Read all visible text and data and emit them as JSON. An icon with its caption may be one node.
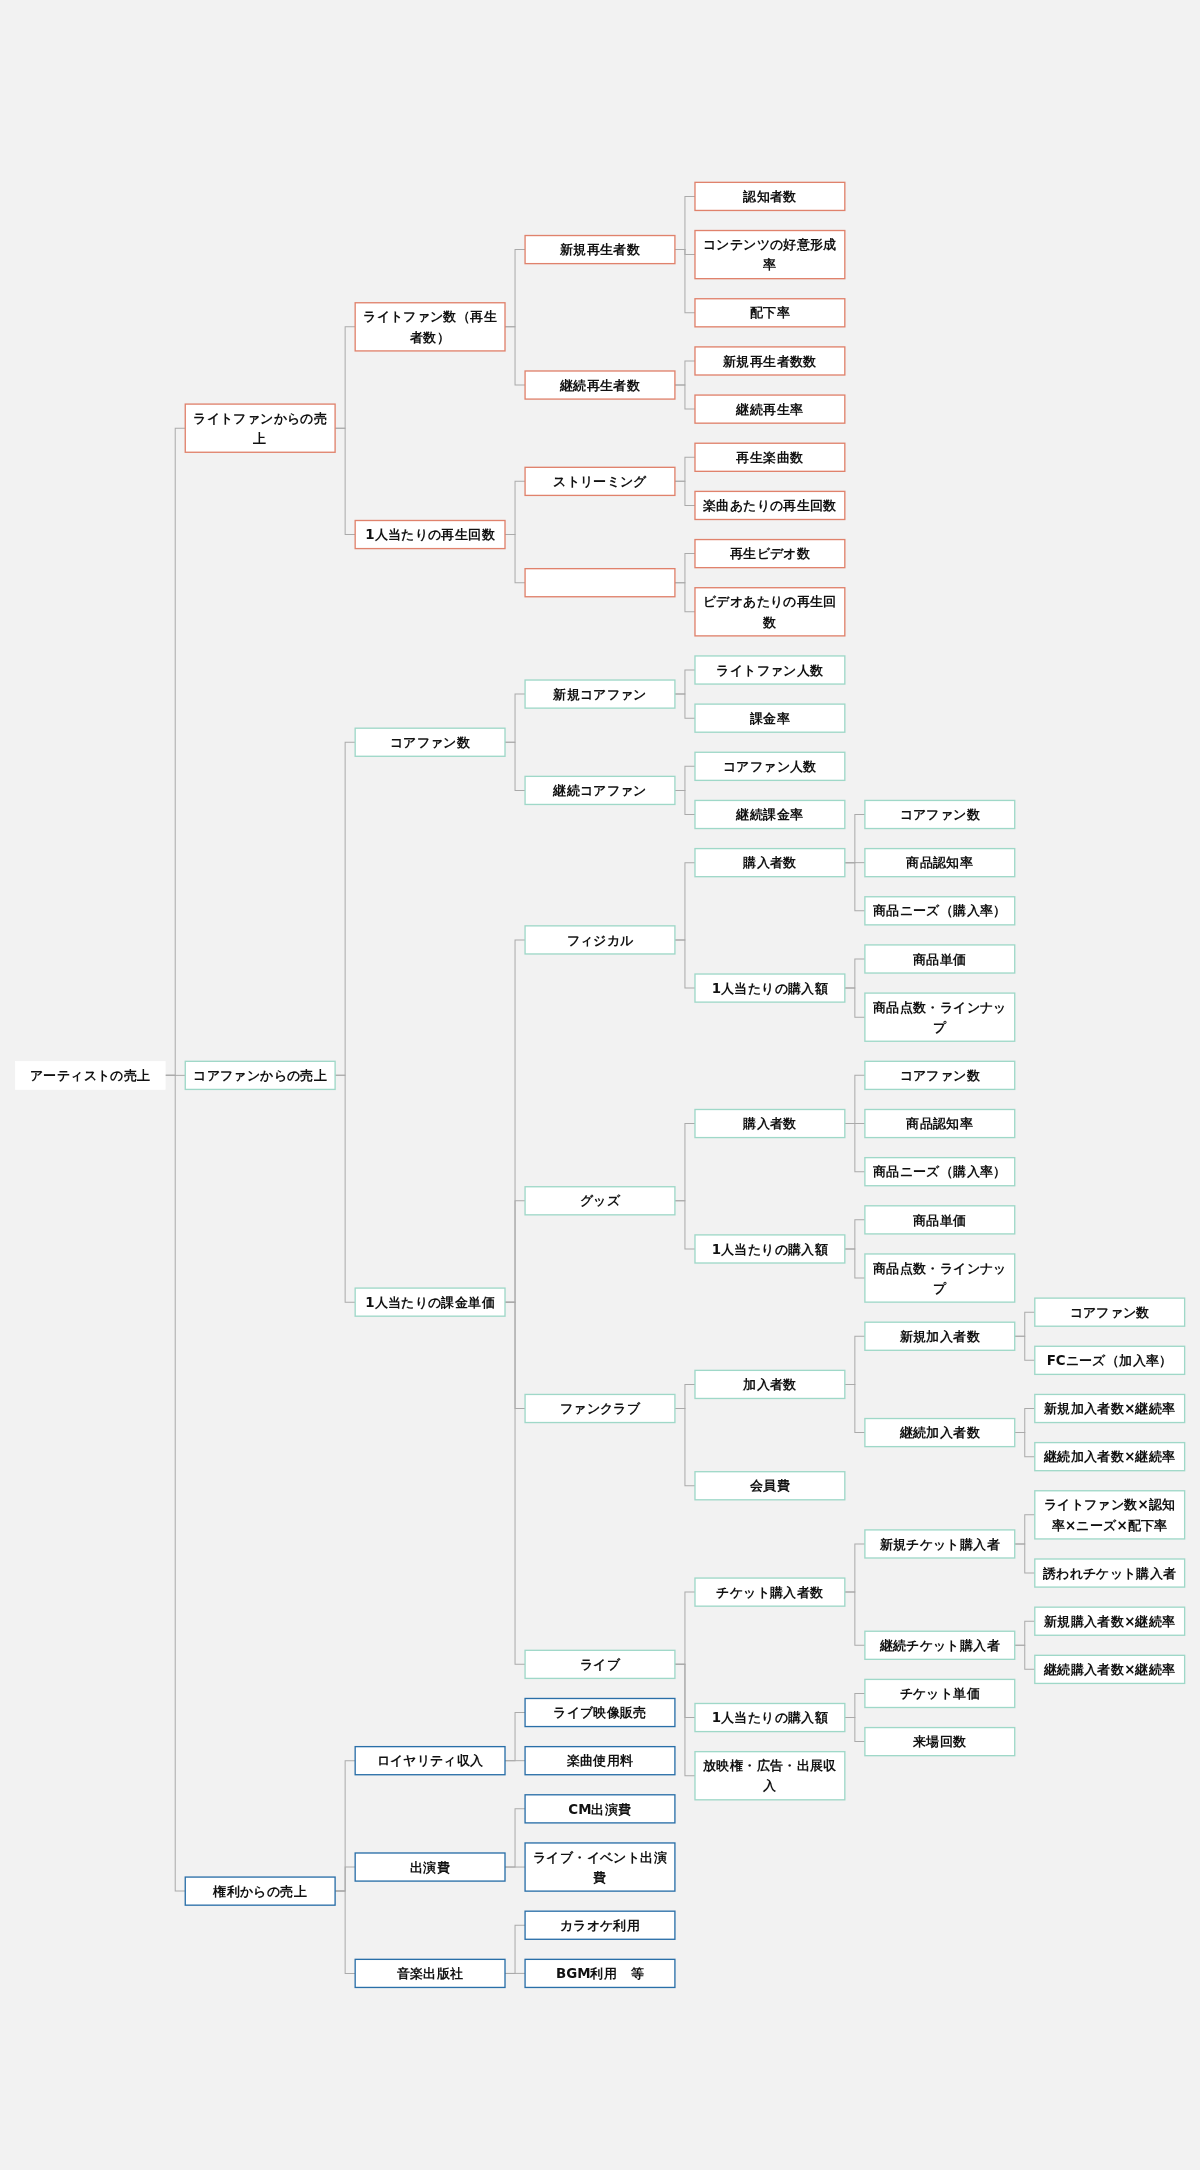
{
  "diagram": {
    "nodes": [
      {
        "text": [
          "アーティストの売上"
        ]
      },
      {
        "text": [
          "ライトファンからの売上"
        ]
      },
      {
        "text": [
          "ライトファン数（再生者数）"
        ]
      },
      {
        "text": [
          "新規再生者数"
        ]
      },
      {
        "text": [
          "認知者数"
        ]
      },
      {
        "text": [
          "コンテンツの好意形成率"
        ]
      },
      {
        "text": [
          "配下率"
        ]
      },
      {
        "text": [
          "継続再生者数"
        ]
      },
      {
        "text": [
          "新規再生者数数"
        ]
      },
      {
        "text": [
          "継続再生率"
        ]
      },
      {
        "text": [
          "1人当たりの再生回数"
        ]
      },
      {
        "text": [
          "ストリーミング"
        ]
      },
      {
        "text": [
          "再生楽曲数"
        ]
      },
      {
        "text": [
          "楽曲あたりの再生回数"
        ]
      },
      {
        "text": [],
        "shape": "box"
      },
      {
        "text": [
          "再生ビデオ数"
        ]
      },
      {
        "text": [
          "ビデオあたりの再生回数"
        ]
      },
      {
        "text": [
          "コアファンからの売上"
        ]
      },
      {
        "text": [
          "コアファン数"
        ]
      },
      {
        "text": [
          "新規コアファン"
        ]
      },
      {
        "text": [
          "ライトファン人数"
        ]
      },
      {
        "text": [
          "課金率"
        ]
      },
      {
        "text": [
          "継続コアファン"
        ]
      },
      {
        "text": [
          "コアファン人数"
        ]
      },
      {
        "text": [
          "継続課金率"
        ]
      },
      {
        "text": [
          "1人当たりの課金単価"
        ]
      },
      {
        "text": [
          "フィジカル"
        ]
      },
      {
        "text": [
          "購入者数"
        ]
      },
      {
        "text": [
          "コアファン数"
        ]
      },
      {
        "text": [
          "商品認知率"
        ]
      },
      {
        "text": [
          "商品ニーズ（購入率）"
        ]
      },
      {
        "text": [
          "1人当たりの購入額"
        ]
      },
      {
        "text": [
          "商品単価"
        ]
      },
      {
        "text": [
          "商品点数・ラインナップ"
        ]
      },
      {
        "text": [
          "グッズ"
        ]
      },
      {
        "text": [
          "購入者数"
        ]
      },
      {
        "text": [
          "コアファン数"
        ]
      },
      {
        "text": [
          "商品認知率"
        ]
      },
      {
        "text": [
          "商品ニーズ（購入率）"
        ]
      },
      {
        "text": [
          "1人当たりの購入額"
        ]
      },
      {
        "text": [
          "商品単価"
        ]
      },
      {
        "text": [
          "商品点数・ラインナップ"
        ]
      },
      {
        "text": [
          "ファンクラブ"
        ]
      },
      {
        "text": [
          "加入者数"
        ]
      },
      {
        "text": [
          "新規加入者数"
        ]
      },
      {
        "text": [
          "コアファン数"
        ]
      },
      {
        "text": [
          "FCニーズ（加入率）"
        ]
      },
      {
        "text": [
          "継続加入者数"
        ]
      },
      {
        "text": [
          "新規加入者数×継続率"
        ]
      },
      {
        "text": [
          "継続加入者数×継続率"
        ]
      },
      {
        "text": [
          "会員費"
        ]
      },
      {
        "text": [
          "ライブ"
        ]
      },
      {
        "text": [
          "チケット購入者数"
        ]
      },
      {
        "text": [
          "新規チケット購入者"
        ]
      },
      {
        "text": [
          "ライトファン数×認知率×ニーズ×配下率"
        ]
      },
      {
        "text": [
          "誘われチケット購入者"
        ]
      },
      {
        "text": [
          "継続チケット購入者"
        ]
      },
      {
        "text": [
          "新規購入者数×継続率"
        ]
      },
      {
        "text": [
          "継続購入者数×継続率"
        ]
      },
      {
        "text": [
          "1人当たりの購入額"
        ]
      },
      {
        "text": [
          "チケット単価"
        ]
      },
      {
        "text": [
          "来場回数"
        ]
      },
      {
        "text": [
          "放映権・広告・出展収入"
        ]
      },
      {
        "text": [
          "権利からの売上"
        ]
      },
      {
        "text": [
          "ロイヤリティ収入"
        ]
      },
      {
        "text": [
          "ライブ映像販売"
        ]
      },
      {
        "text": [
          "楽曲使用料"
        ]
      },
      {
        "text": [
          "出演費"
        ]
      },
      {
        "text": [
          "CM出演費"
        ]
      },
      {
        "text": [
          "ライブ・イベント出演費"
        ]
      },
      {
        "text": [
          "音楽出版社"
        ]
      },
      {
        "text": [
          "カラオケ利用"
        ]
      },
      {
        "text": [
          "BGM利用　等"
        ]
      }
    ],
    "edges": [
      {
        "from": 0,
        "to": 1,
        "arrow": "none"
      },
      {
        "from": 1,
        "to": 2,
        "arrow": "none"
      },
      {
        "from": 2,
        "to": 3,
        "arrow": "none"
      },
      {
        "from": 3,
        "to": 4,
        "arrow": "none"
      },
      {
        "from": 3,
        "to": 5,
        "arrow": "none"
      },
      {
        "from": 3,
        "to": 6,
        "arrow": "none"
      },
      {
        "from": 2,
        "to": 7,
        "arrow": "none"
      },
      {
        "from": 7,
        "to": 8,
        "arrow": "none"
      },
      {
        "from": 7,
        "to": 9,
        "arrow": "none"
      },
      {
        "from": 1,
        "to": 10,
        "arrow": "none"
      },
      {
        "from": 10,
        "to": 11,
        "arrow": "none"
      },
      {
        "from": 11,
        "to": 12,
        "arrow": "none"
      },
      {
        "from": 11,
        "to": 13,
        "arrow": "none"
      },
      {
        "from": 10,
        "to": 14,
        "arrow": "none"
      },
      {
        "from": 14,
        "to": 15,
        "arrow": "none"
      },
      {
        "from": 14,
        "to": 16,
        "arrow": "none"
      },
      {
        "from": 0,
        "to": 17,
        "arrow": "none"
      },
      {
        "from": 17,
        "to": 18,
        "arrow": "none"
      },
      {
        "from": 18,
        "to": 19,
        "arrow": "none"
      },
      {
        "from": 19,
        "to": 20,
        "arrow": "none"
      },
      {
        "from": 19,
        "to": 21,
        "arrow": "none"
      },
      {
        "from": 18,
        "to": 22,
        "arrow": "none"
      },
      {
        "from": 22,
        "to": 23,
        "arrow": "none"
      },
      {
        "from": 22,
        "to": 24,
        "arrow": "none"
      },
      {
        "from": 17,
        "to": 25,
        "arrow": "none"
      },
      {
        "from": 25,
        "to": 26,
        "arrow": "none"
      },
      {
        "from": 26,
        "to": 27,
        "arrow": "none"
      },
      {
        "from": 27,
        "to": 28,
        "arrow": "none"
      },
      {
        "from": 27,
        "to": 29,
        "arrow": "none"
      },
      {
        "from": 27,
        "to": 30,
        "arrow": "none"
      },
      {
        "from": 26,
        "to": 31,
        "arrow": "none"
      },
      {
        "from": 31,
        "to": 32,
        "arrow": "none"
      },
      {
        "from": 31,
        "to": 33,
        "arrow": "none"
      },
      {
        "from": 25,
        "to": 34,
        "arrow": "none"
      },
      {
        "from": 34,
        "to": 35,
        "arrow": "none"
      },
      {
        "from": 35,
        "to": 36,
        "arrow": "none"
      },
      {
        "from": 35,
        "to": 37,
        "arrow": "none"
      },
      {
        "from": 35,
        "to": 38,
        "arrow": "none"
      },
      {
        "from": 34,
        "to": 39,
        "arrow": "none"
      },
      {
        "from": 39,
        "to": 40,
        "arrow": "none"
      },
      {
        "from": 39,
        "to": 41,
        "arrow": "none"
      },
      {
        "from": 25,
        "to": 42,
        "arrow": "none"
      },
      {
        "from": 42,
        "to": 43,
        "arrow": "none"
      },
      {
        "from": 43,
        "to": 44,
        "arrow": "none"
      },
      {
        "from": 44,
        "to": 45,
        "arrow": "none"
      },
      {
        "from": 44,
        "to": 46,
        "arrow": "none"
      },
      {
        "from": 43,
        "to": 47,
        "arrow": "none"
      },
      {
        "from": 47,
        "to": 48,
        "arrow": "none"
      },
      {
        "from": 47,
        "to": 49,
        "arrow": "none"
      },
      {
        "from": 42,
        "to": 50,
        "arrow": "none"
      },
      {
        "from": 25,
        "to": 51,
        "arrow": "none"
      },
      {
        "from": 51,
        "to": 52,
        "arrow": "none"
      },
      {
        "from": 52,
        "to": 53,
        "arrow": "none"
      },
      {
        "from": 53,
        "to": 54,
        "arrow": "none"
      },
      {
        "from": 53,
        "to": 55,
        "arrow": "none"
      },
      {
        "from": 52,
        "to": 56,
        "arrow": "none"
      },
      {
        "from": 56,
        "to": 57,
        "arrow": "none"
      },
      {
        "from": 56,
        "to": 58,
        "arrow": "none"
      },
      {
        "from": 51,
        "to": 59,
        "arrow": "none"
      },
      {
        "from": 59,
        "to": 60,
        "arrow": "none"
      },
      {
        "from": 59,
        "to": 61,
        "arrow": "none"
      },
      {
        "from": 51,
        "to": 62,
        "arrow": "none"
      },
      {
        "from": 0,
        "to": 63,
        "arrow": "none"
      },
      {
        "from": 63,
        "to": 64,
        "arrow": "none"
      },
      {
        "from": 64,
        "to": 65,
        "arrow": "none"
      },
      {
        "from": 64,
        "to": 66,
        "arrow": "none"
      },
      {
        "from": 63,
        "to": 67,
        "arrow": "none"
      },
      {
        "from": 67,
        "to": 68,
        "arrow": "none"
      },
      {
        "from": 67,
        "to": 69,
        "arrow": "none"
      },
      {
        "from": 63,
        "to": 70,
        "arrow": "none"
      },
      {
        "from": 70,
        "to": 71,
        "arrow": "none"
      },
      {
        "from": 70,
        "to": 72,
        "arrow": "none"
      }
    ]
  }
}
